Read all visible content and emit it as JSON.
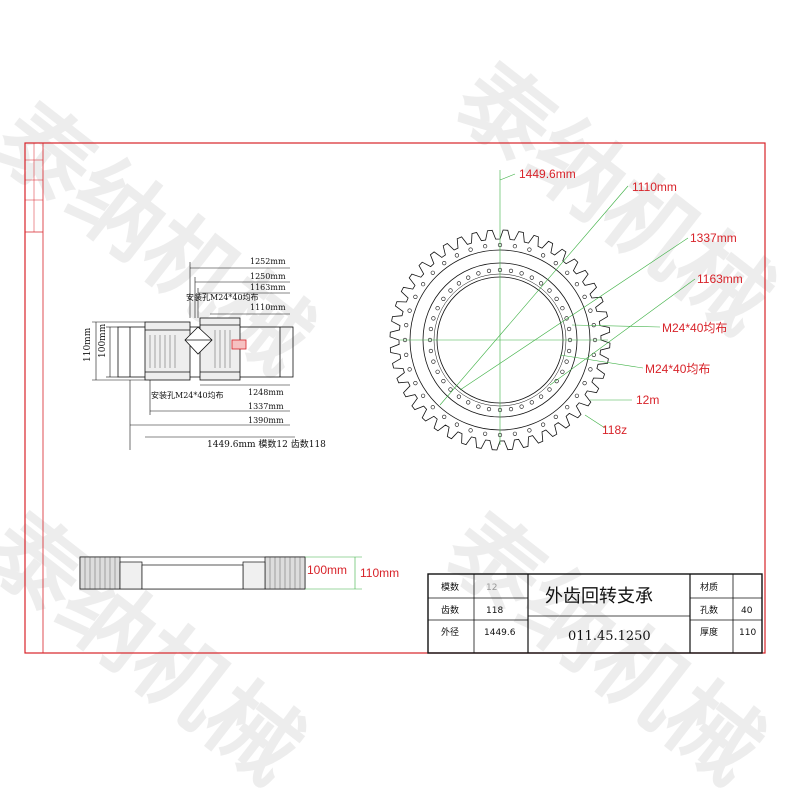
{
  "watermark": "泰纳机械",
  "front_view": {
    "dims_top": [
      "1252mm",
      "1250mm",
      "1163mm",
      "1110mm"
    ],
    "dims_bottom": [
      "1248mm",
      "1337mm",
      "1390mm"
    ],
    "hole_top": "安装孔M24*40均布",
    "hole_bottom": "安装孔M24*40均布",
    "height_outer": "110mm",
    "height_inner": "100mm",
    "caption": "1449.6mm 模数12  齿数118"
  },
  "top_view": {
    "labels": [
      "1449.6mm",
      "1110mm",
      "1337mm",
      "1163mm",
      "M24*40均布",
      "M24*40均布",
      "12m",
      "118z"
    ]
  },
  "side_view": {
    "height_inner": "100mm",
    "height_outer": "110mm"
  },
  "title_block": {
    "rows": [
      {
        "label": "模数",
        "value": "12"
      },
      {
        "label": "齿数",
        "value": "118"
      },
      {
        "label": "外径",
        "value": "1449.6"
      }
    ],
    "name": "外齿回转支承",
    "code": "011.45.1250",
    "right_rows": [
      {
        "label": "材质",
        "value": ""
      },
      {
        "label": "孔数",
        "value": "40"
      },
      {
        "label": "厚度",
        "value": "110"
      }
    ]
  },
  "colors": {
    "frame": "#d8232a",
    "leader": "#3cb043",
    "ink": "#111111"
  }
}
